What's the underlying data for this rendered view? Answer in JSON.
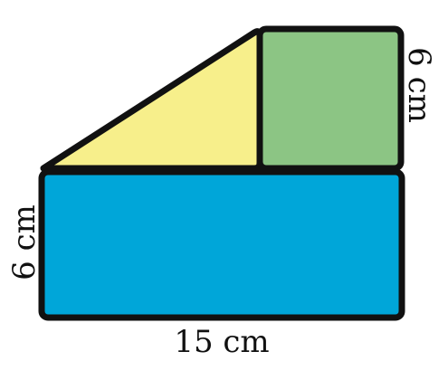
{
  "figure": {
    "shapes": [
      {
        "name": "yellow-triangle",
        "kind": "right-triangle",
        "fill": "#f7ef8b"
      },
      {
        "name": "green-square",
        "kind": "square",
        "fill": "#8cc584"
      },
      {
        "name": "blue-rectangle",
        "kind": "rectangle",
        "fill": "#00a6d9"
      }
    ],
    "outline_color": "#111111",
    "labels": {
      "square_side": "6 cm",
      "rectangle_height": "6 cm",
      "rectangle_width": "15 cm"
    }
  }
}
